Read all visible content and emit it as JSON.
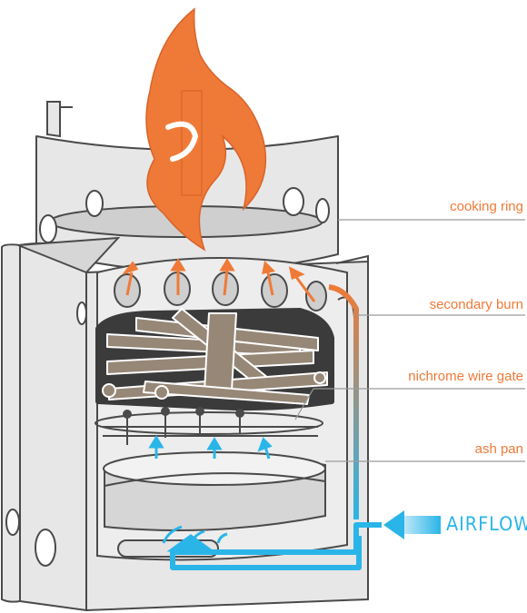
{
  "labels": {
    "cooking_ring": "cooking ring",
    "secondary_burn": "secondary burn",
    "nichrome_wire_gate": "nichrome wire gate",
    "ash_pan": "ash pan",
    "airflow": "AIRFLOW"
  },
  "colors": {
    "flame": "#ef7a37",
    "airflow": "#2ab5e8",
    "steel_fill": "#e7e7e7",
    "steel_shadow": "#cfcfcf",
    "outline": "#4a4a4a",
    "firebox": "#3b3b3b",
    "wood": "#968777",
    "leader_line": "#9a9a9a"
  },
  "icons": {
    "flame": "flame-icon",
    "airflow_arrow": "airflow-arrow-icon"
  }
}
